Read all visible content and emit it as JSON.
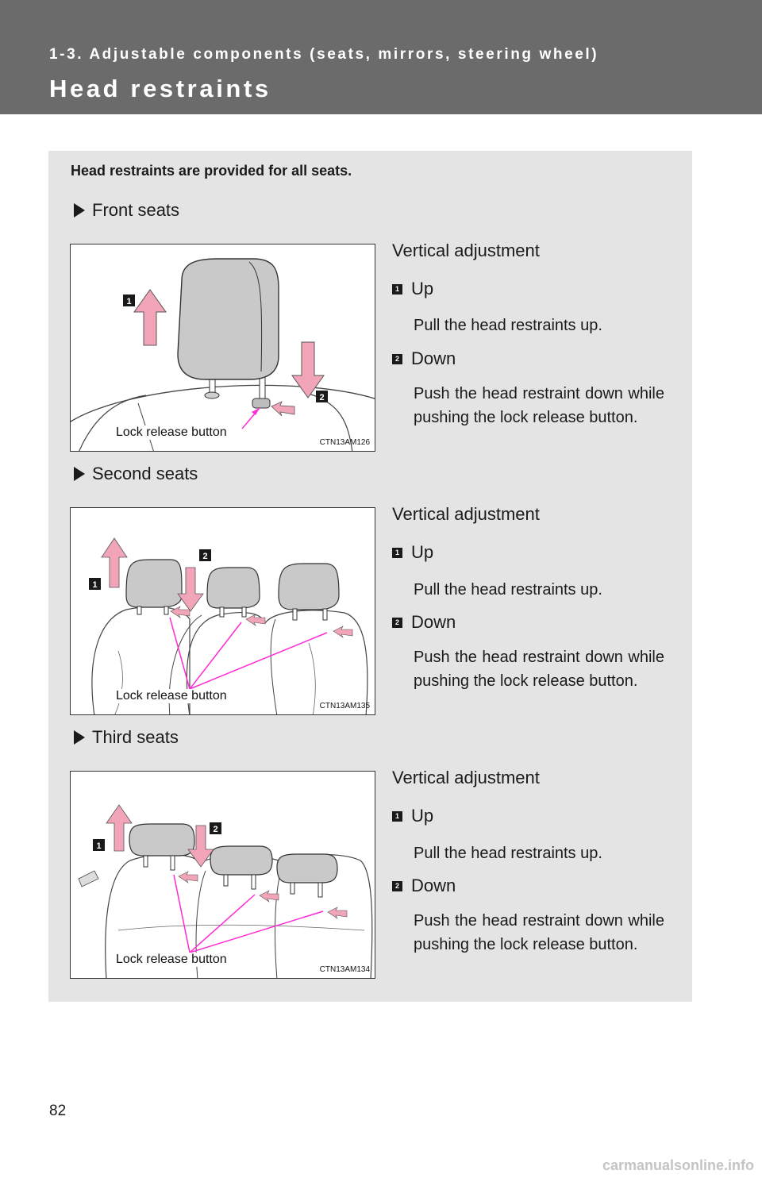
{
  "header": {
    "section": "1-3. Adjustable components (seats, mirrors, steering wheel)",
    "title": "Head restraints"
  },
  "intro": "Head restraints are provided for all seats.",
  "seats": [
    {
      "label": "Front seats",
      "adjustment": "Vertical adjustment",
      "up_number": "1",
      "up_label": "Up",
      "up_desc": "Pull the head restraints up.",
      "down_number": "2",
      "down_label": "Down",
      "down_desc": "Push the head restraint down while pushing the lock release button.",
      "lock_label": "Lock release button",
      "code": "CTN13AM126"
    },
    {
      "label": "Second seats",
      "adjustment": "Vertical adjustment",
      "up_number": "1",
      "up_label": "Up",
      "up_desc": "Pull the head restraints up.",
      "down_number": "2",
      "down_label": "Down",
      "down_desc": "Push the head restraint down while pushing the lock release button.",
      "lock_label": "Lock release button",
      "code": "CTN13AM135"
    },
    {
      "label": "Third seats",
      "adjustment": "Vertical adjustment",
      "up_number": "1",
      "up_label": "Up",
      "up_desc": "Pull the head restraints up.",
      "down_number": "2",
      "down_label": "Down",
      "down_desc": "Push the head restraint down while pushing the lock release button.",
      "lock_label": "Lock release button",
      "code": "CTN13AM134"
    }
  ],
  "page_number": "82",
  "watermark": "carmanualsonline.info",
  "colors": {
    "header_bg": "#6b6b6b",
    "panel_bg": "#e4e4e4",
    "arrow_pink": "#f2a5b8",
    "pointer_magenta": "#ff2bd6"
  }
}
